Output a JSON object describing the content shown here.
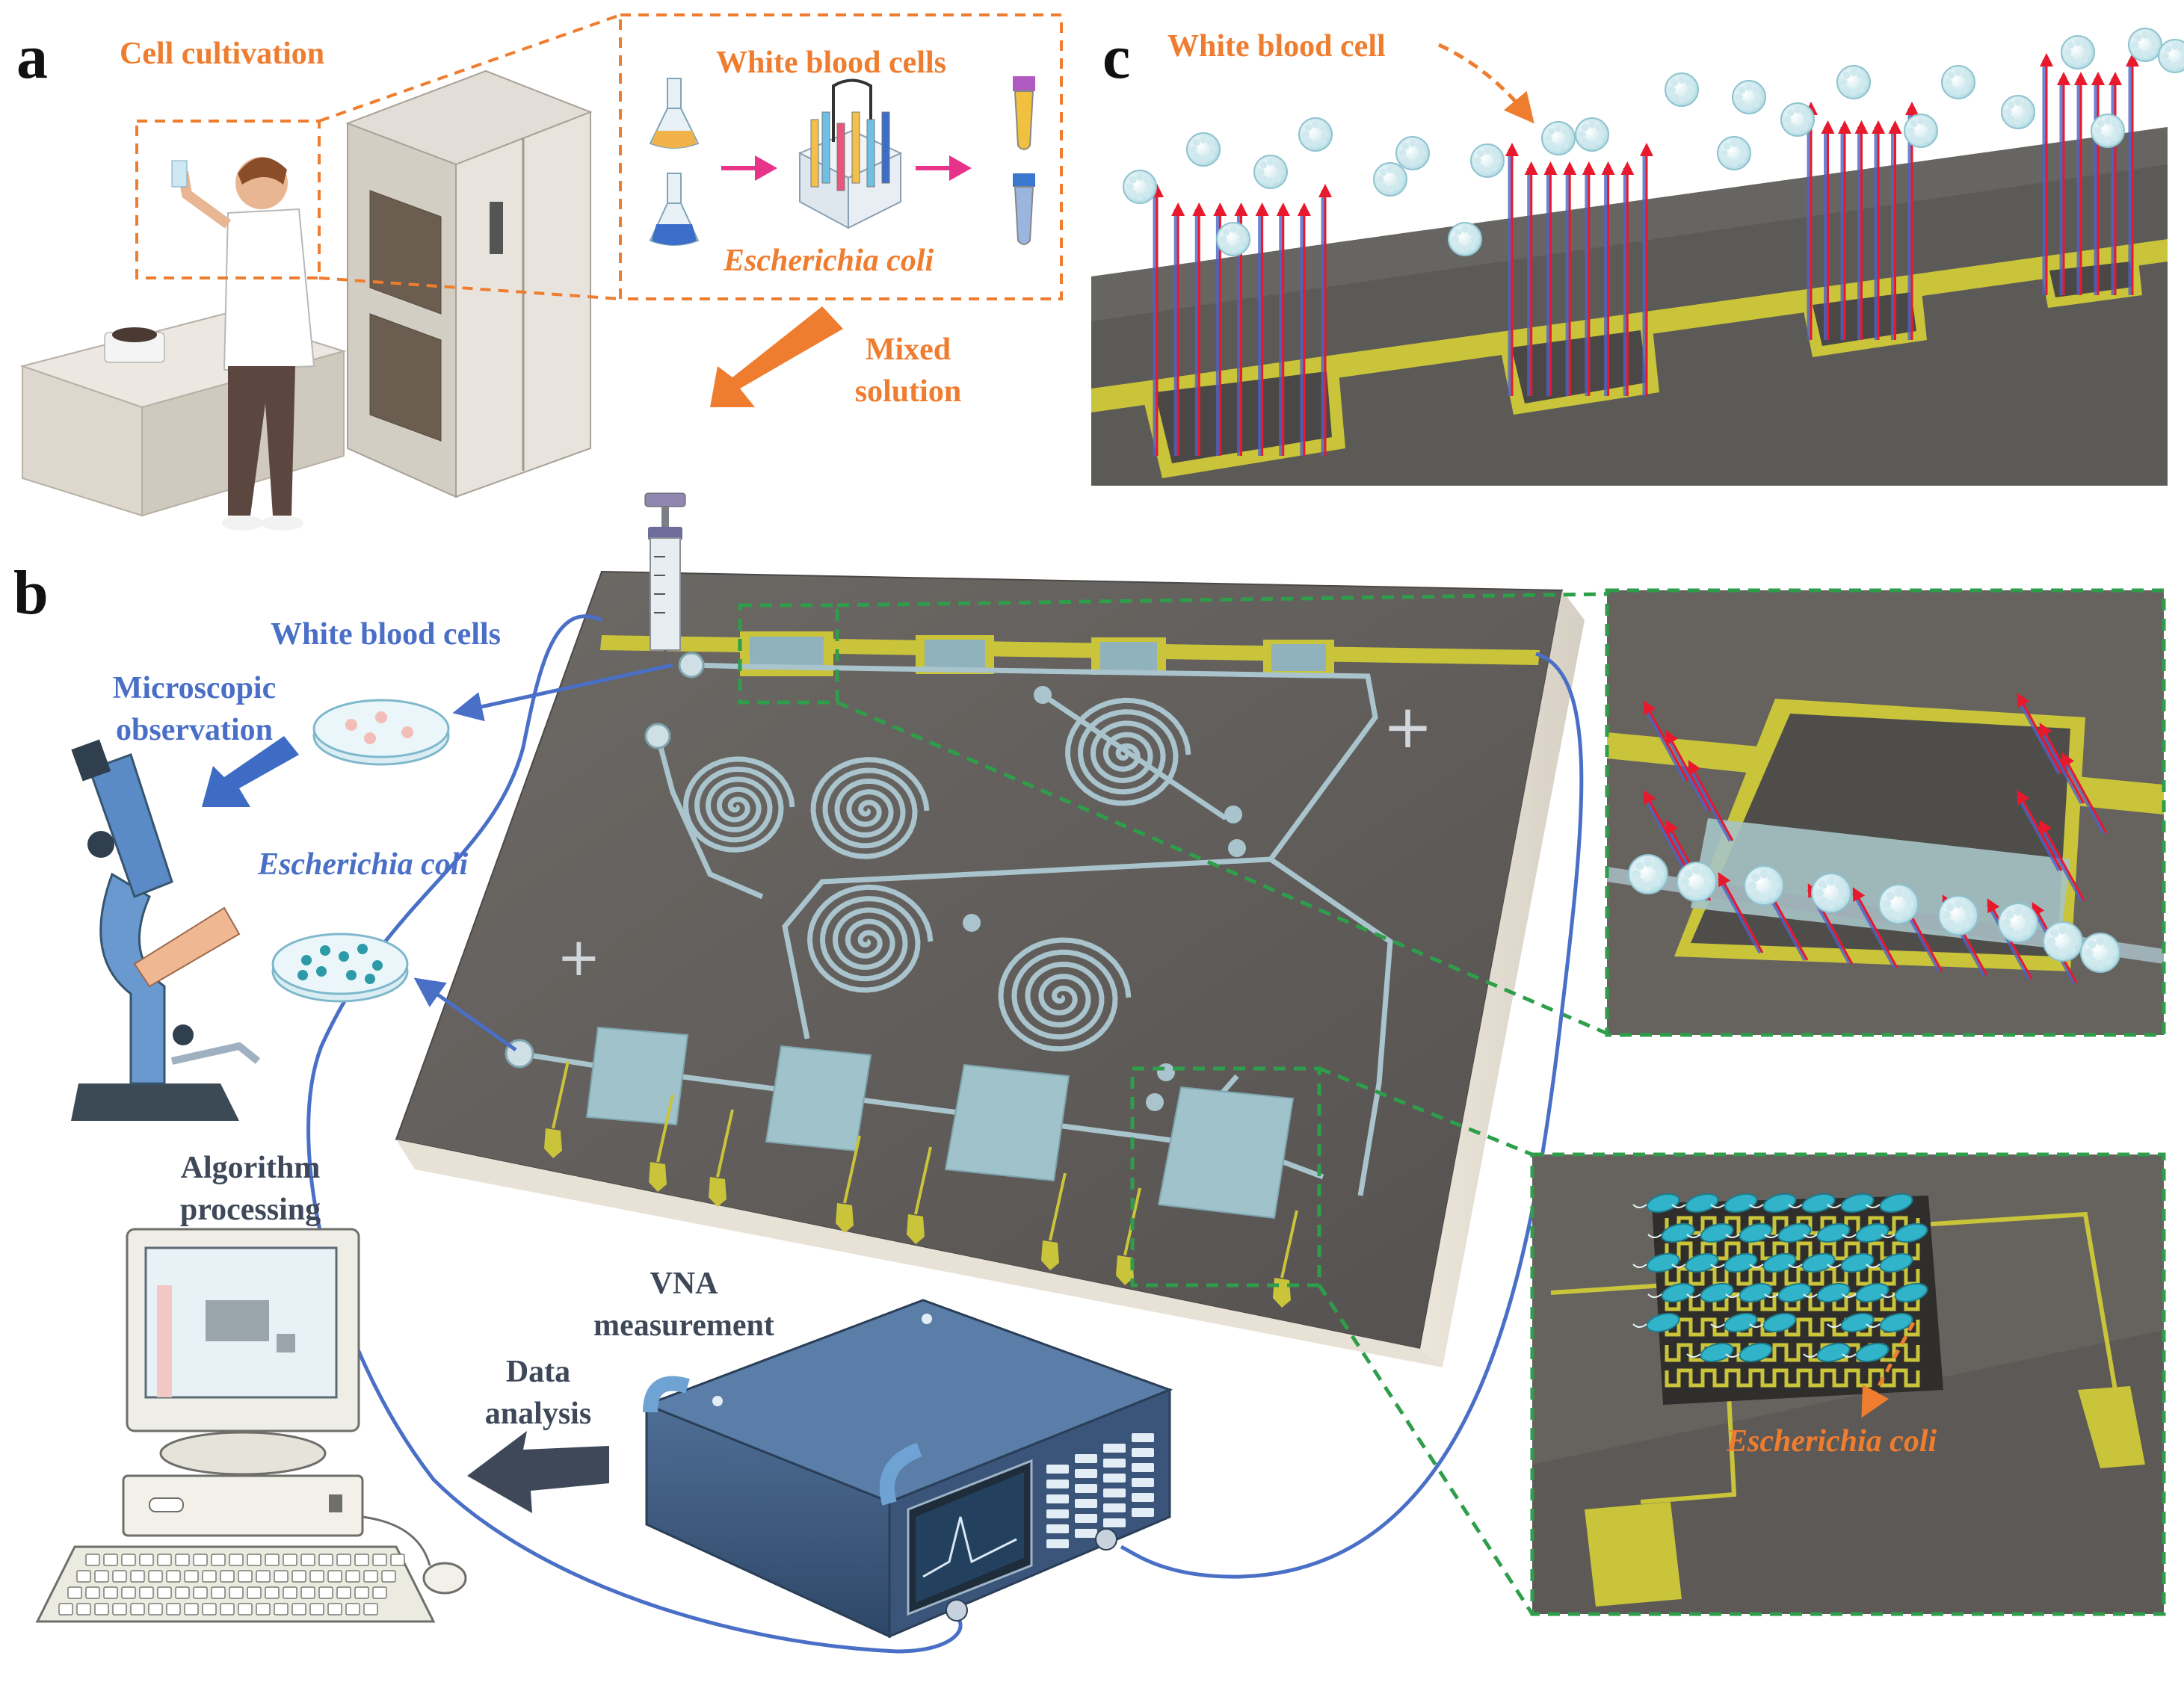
{
  "panels": {
    "a": "a",
    "b": "b",
    "c": "c"
  },
  "panel_a": {
    "cell_cultivation": "Cell cultivation",
    "white_blood_cells": "White blood cells",
    "escherichia_coli": "Escherichia coli",
    "mixed_solution_line1": "Mixed",
    "mixed_solution_line2": "solution"
  },
  "panel_b": {
    "white_blood_cells": "White blood cells",
    "microscopic_observation_line1": "Microscopic",
    "microscopic_observation_line2": "observation",
    "escherichia_coli": "Escherichia coli",
    "algorithm_processing_line1": "Algorithm",
    "algorithm_processing_line2": "processing",
    "vna_measurement_line1": "VNA",
    "vna_measurement_line2": "measurement",
    "data_analysis_line1": "Data",
    "data_analysis_line2": "analysis",
    "inset_escherichia_coli": "Escherichia coli",
    "plus_marks": [
      "+",
      "+"
    ]
  },
  "panel_c": {
    "white_blood_cell": "White blood cell"
  },
  "colors": {
    "label_orange": "#ef7d2f",
    "label_blue": "#4a6fc7",
    "label_slate": "#3e4858",
    "chip_dark": "#5e5b57",
    "electrode_yellow": "#c9c43a",
    "callout_green": "#2e9e4a",
    "field_arrow_red": "#e8192c"
  }
}
